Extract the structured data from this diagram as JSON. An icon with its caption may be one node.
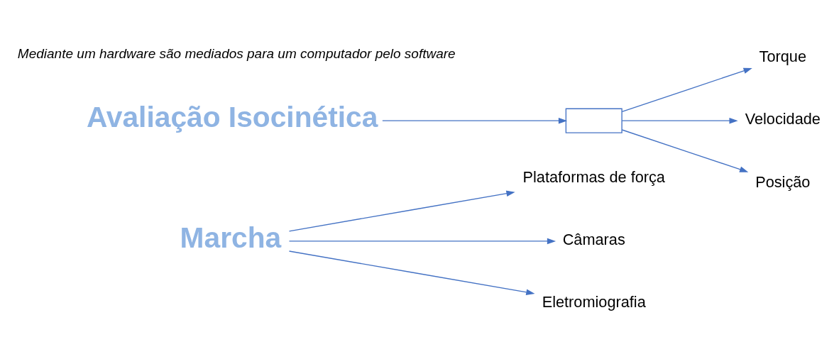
{
  "diagram": {
    "nodes": [
      {
        "text": [
          "Marcha"
        ]
      },
      {
        "text": [
          "Plataformas de força"
        ]
      },
      {
        "text": [
          "Câmaras"
        ]
      },
      {
        "text": [
          "Eletromiografia"
        ]
      },
      {
        "text": [
          "Avaliação Isocinética"
        ]
      },
      {
        "text": [],
        "shape": "box"
      },
      {
        "text": [
          "Torque"
        ]
      },
      {
        "text": [
          "Velocidade"
        ]
      },
      {
        "text": [
          "Posição"
        ]
      }
    ],
    "edges": [
      {
        "from": 0,
        "to": 1,
        "arrow": "to"
      },
      {
        "from": 0,
        "to": 2,
        "arrow": "to"
      },
      {
        "from": 0,
        "to": 3,
        "arrow": "to"
      },
      {
        "from": 4,
        "to": 5,
        "arrow": "to"
      },
      {
        "from": 5,
        "to": 6,
        "arrow": "to"
      },
      {
        "from": 5,
        "to": 7,
        "arrow": "to"
      },
      {
        "from": 5,
        "to": 8,
        "arrow": "to"
      }
    ],
    "labels": [
      "Mediante um hardware são mediados para um computador pelo software"
    ]
  }
}
